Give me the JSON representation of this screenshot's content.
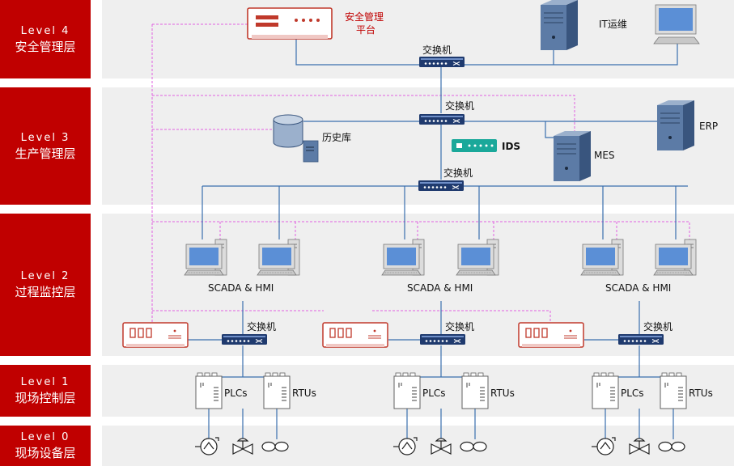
{
  "levels": [
    {
      "en": "Level 4",
      "zh": "安全管理层"
    },
    {
      "en": "Level 3",
      "zh": "生产管理层"
    },
    {
      "en": "Level 2",
      "zh": "过程监控层"
    },
    {
      "en": "Level 1",
      "zh": "现场控制层"
    },
    {
      "en": "Level 0",
      "zh": "现场设备层"
    }
  ],
  "labels": {
    "security_platform_line1": "安全管理",
    "security_platform_line2": "平台",
    "it_ops": "IT运维",
    "switch": "交换机",
    "history_db": "历史库",
    "ids": "IDS",
    "mes": "MES",
    "erp": "ERP",
    "scada_hmi": "SCADA & HMI",
    "plcs": "PLCs",
    "rtus": "RTUs"
  },
  "colors": {
    "band": "#efefef",
    "level_red": "#c00000",
    "security_red": "#c0392b",
    "link_blue": "#3a6fae",
    "mgmt_link_magenta": "#e060e0",
    "switch_navy": "#1f3a6e",
    "ids_teal": "#1aa89a"
  }
}
